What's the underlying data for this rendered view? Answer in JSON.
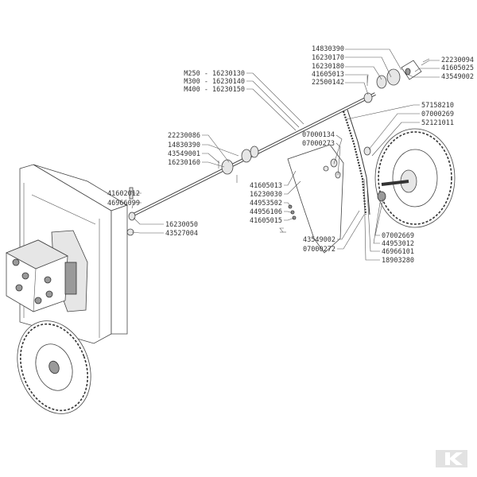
{
  "colors": {
    "line": "#555555",
    "label": "#333333",
    "logo": "#cfcfcf"
  },
  "labels": {
    "p14830390_top": "14830390",
    "p16230170": "16230170",
    "p16230180": "16230180",
    "p41605013_top": "41605013",
    "p22500142": "22500142",
    "p22230094": "22230094",
    "p41605025": "41605025",
    "p43549002_top": "43549002",
    "m250": "M250 - 16230130",
    "m300": "M300 - 16230140",
    "m400": "M400 - 16230150",
    "p57158210": "57158210",
    "p07000269": "07000269",
    "p52121011": "52121011",
    "p07000134": "07000134",
    "p07000273": "07000273",
    "p22230086": "22230086",
    "p14830390_mid": "14830390",
    "p43549001": "43549001",
    "p16230160": "16230160",
    "p41605013_mid": "41605013",
    "p16230030": "16230030",
    "p44953502": "44953502",
    "p44956106": "44956106",
    "p41605015": "41605015",
    "p41602012": "41602012",
    "p46966099": "46966099",
    "p16230050": "16230050",
    "p43527004": "43527004",
    "p43549002_bot": "43549002",
    "p07000272": "07000272",
    "p07002669": "07002669",
    "p44953012": "44953012",
    "p46966101": "46966101",
    "p18903280": "18903280"
  }
}
